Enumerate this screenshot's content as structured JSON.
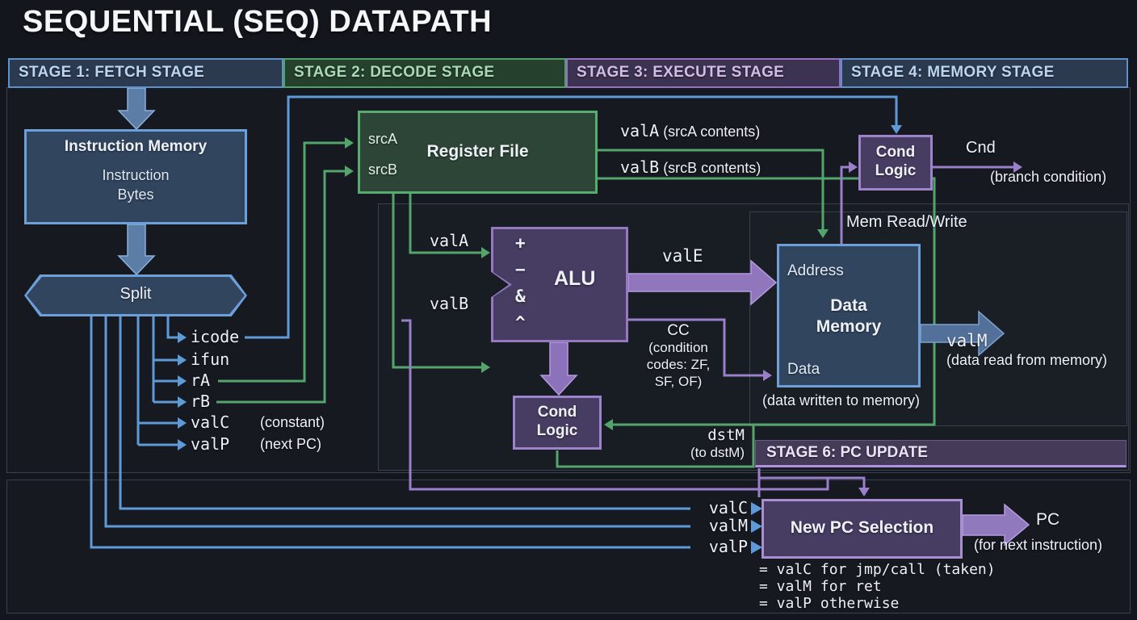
{
  "title": "SEQUENTIAL (SEQ) DATAPATH",
  "stage_headers": {
    "s1": "STAGE 1: FETCH STAGE",
    "s2": "STAGE 2: DECODE STAGE",
    "s3": "STAGE 3: EXECUTE STAGE",
    "s4": "STAGE 4: MEMORY STAGE",
    "s6": "STAGE 6: PC UPDATE"
  },
  "colors": {
    "blue_line": "#5e9ad8",
    "green_line": "#53a56b",
    "purple_line": "#9a7fca",
    "background": "#14161d"
  },
  "fetch": {
    "instruction_memory_title": "Instruction Memory",
    "instruction_memory_body1": "Instruction",
    "instruction_memory_body2": "Bytes",
    "split_label": "Split",
    "outputs": [
      {
        "name": "icode",
        "note": ""
      },
      {
        "name": "ifun",
        "note": ""
      },
      {
        "name": "rA",
        "note": ""
      },
      {
        "name": "rB",
        "note": ""
      },
      {
        "name": "valC",
        "note": "(constant)"
      },
      {
        "name": "valP",
        "note": "(next PC)"
      }
    ]
  },
  "decode": {
    "register_file_title": "Register File",
    "src_a": "srcA",
    "src_b": "srcB",
    "val_a": {
      "name": "valA",
      "note": "(srcA contents)"
    },
    "val_b": {
      "name": "valB",
      "note": "(srcB contents)"
    }
  },
  "execute": {
    "alu_label": "ALU",
    "alu_ops": [
      "+",
      "−",
      "&",
      "^"
    ],
    "alu_in_a": "valA",
    "alu_in_b": "valB",
    "val_e": "valE",
    "cc_lines": [
      "CC",
      "(condition",
      "codes: ZF,",
      "SF, OF)"
    ],
    "cond_logic_line1": "Cond",
    "cond_logic_line2": "Logic",
    "dst_m": "dstM",
    "dst_m_note": "(to dstM)"
  },
  "memory": {
    "cond_logic_line1": "Cond",
    "cond_logic_line2": "Logic",
    "cnd": "Cnd",
    "cnd_note": "(branch condition)",
    "mem_rw": "Mem Read/Write",
    "data_memory_title1": "Data",
    "data_memory_title2": "Memory",
    "address_label": "Address",
    "data_label": "Data",
    "val_m": "valM",
    "val_m_note": "(data read from memory)",
    "data_written_note": "(data written to memory)"
  },
  "pc_update": {
    "new_pc_title": "New PC Selection",
    "inputs": [
      "valC",
      "valM",
      "valP"
    ],
    "rules": [
      "= valC for jmp/call (taken)",
      "= valM for ret",
      "= valP otherwise"
    ],
    "pc": "PC",
    "pc_note": "(for next instruction)"
  }
}
